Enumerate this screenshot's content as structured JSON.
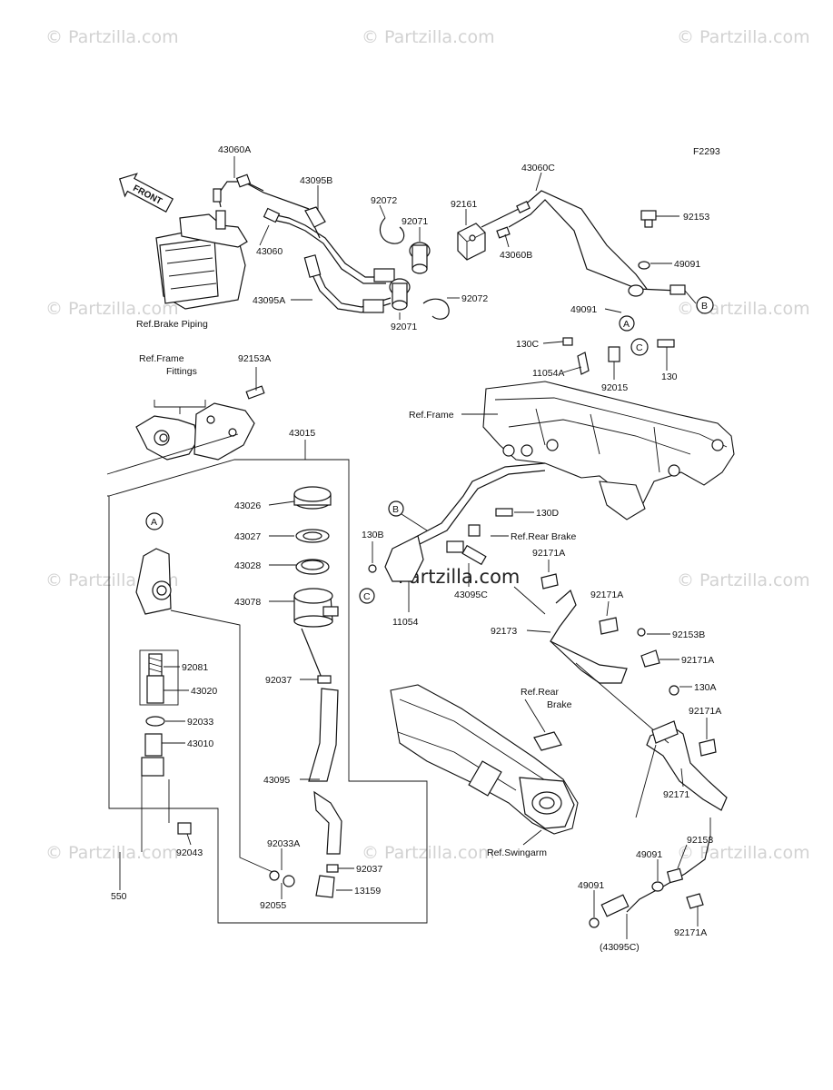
{
  "diagram_code": "F2293",
  "watermark": "© Partzilla.com",
  "center_watermark": "Partzilla.com",
  "front_arrow": "FRONT",
  "refs": {
    "brake_piping": "Ref.Brake Piping",
    "frame_fittings_1": "Ref.Frame",
    "frame_fittings_2": "Fittings",
    "frame": "Ref.Frame",
    "rear_brake_upper": "Ref.Rear Brake",
    "rear_brake_lower_1": "Ref.Rear",
    "rear_brake_lower_2": "Brake",
    "swingarm": "Ref.Swingarm"
  },
  "callouts": {
    "A": "A",
    "B": "B",
    "C": "C"
  },
  "parts": {
    "p43060A": "43060A",
    "p43095B": "43095B",
    "p92072a": "92072",
    "p92071a": "92071",
    "p92161": "92161",
    "p43060C": "43060C",
    "p43060": "43060",
    "p43060B": "43060B",
    "p92153": "92153",
    "p49091a": "49091",
    "p43095A": "43095A",
    "p92072b": "92072",
    "p92071b": "92071",
    "p49091b": "49091",
    "p130C": "130C",
    "p11054A": "11054A",
    "p92015": "92015",
    "p130": "130",
    "p92153A": "92153A",
    "p43015": "43015",
    "p43026": "43026",
    "p43027": "43027",
    "p43028": "43028",
    "p43078": "43078",
    "p130D": "130D",
    "p130B": "130B",
    "p43095C": "43095C",
    "p11054": "11054",
    "p92171A_1": "92171A",
    "p92171A_2": "92171A",
    "p92173": "92173",
    "p92153B": "92153B",
    "p92171A_3": "92171A",
    "p92081": "92081",
    "p43020": "43020",
    "p92033": "92033",
    "p43010": "43010",
    "p92037a": "92037",
    "p130A": "130A",
    "p92171A_4": "92171A",
    "p43095": "43095",
    "p92171": "92171",
    "p92043": "92043",
    "p92033A": "92033A",
    "p92037b": "92037",
    "p13159": "13159",
    "p92055": "92055",
    "p550": "550",
    "p92153c": "92153",
    "p49091c": "49091",
    "p49091d": "49091",
    "p43095C_paren": "(43095C)",
    "p92171A_5": "92171A"
  }
}
